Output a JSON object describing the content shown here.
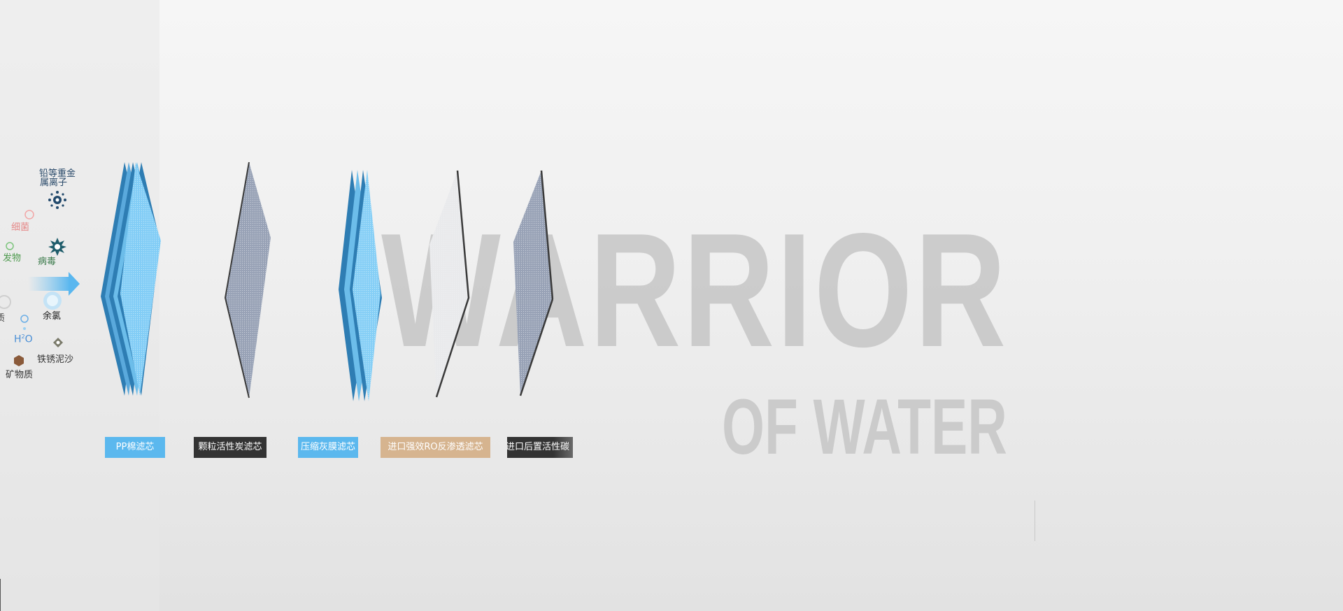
{
  "brand": {
    "main": "WARRIOR",
    "sub": "OF WATER"
  },
  "contaminants": [
    {
      "id": "heavy-metal",
      "label_line1": "铅等重金",
      "label_line2": "属离子",
      "color": "#2a4a6a"
    },
    {
      "id": "bacteria",
      "label": "细菌",
      "color": "#e58a8a"
    },
    {
      "id": "volatile",
      "label": "发物",
      "color": "#4e9a4e"
    },
    {
      "id": "virus",
      "label": "病毒",
      "color": "#3a7a4a"
    },
    {
      "id": "chlorine",
      "label": "余氯",
      "color": "#222222"
    },
    {
      "id": "partial",
      "label": "质",
      "color": "#444444"
    },
    {
      "id": "water",
      "label": "H",
      "sub": "2",
      "label_tail": "O",
      "color": "#4a8fd6"
    },
    {
      "id": "rust",
      "label": "铁锈泥沙",
      "color": "#333333"
    },
    {
      "id": "mineral",
      "label": "矿物质",
      "color": "#333333"
    }
  ],
  "filters": [
    {
      "id": "pp",
      "label": "PP棉滤芯",
      "color": "#5bb8ee"
    },
    {
      "id": "carbon",
      "label": "颗粒活性炭滤芯",
      "color": "#333333"
    },
    {
      "id": "compressed",
      "label": "压缩灰膜滤芯",
      "color": "#5bb8ee"
    },
    {
      "id": "ro",
      "label": "进口强效RO反渗透滤芯",
      "color": "#d6b48f"
    },
    {
      "id": "post-carbon",
      "label": "进口后置活性碳",
      "color": "#3a3a3a"
    }
  ],
  "colors": {
    "watermark": "#c6c6c6",
    "arrow": "#7cc6f2",
    "pp_blue": "#7fc9f5",
    "pp_edge": "#2e7db3",
    "carbon_grey": "#98a2b6",
    "carbon_edge": "#3a3a3a"
  }
}
